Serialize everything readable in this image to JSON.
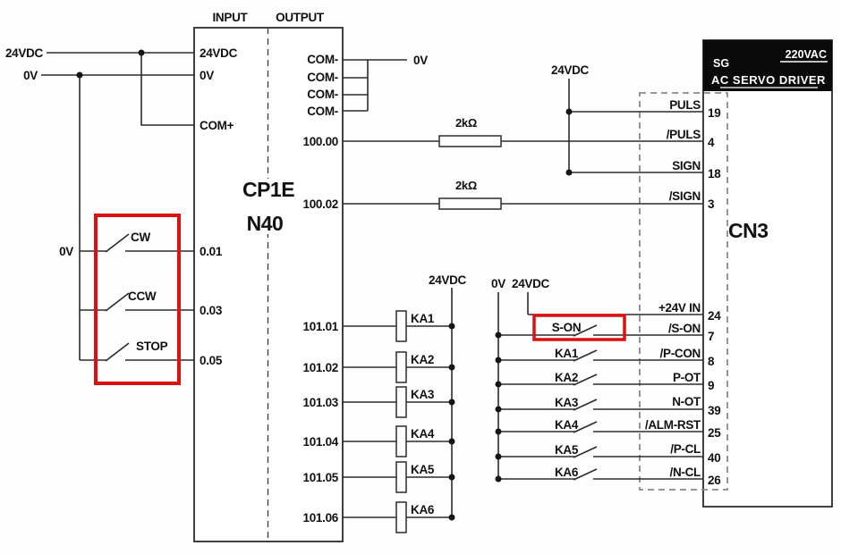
{
  "title": "PLC CP1E-N40 to AC servo driver wiring diagram",
  "colors": {
    "wire": "#2b2b2b",
    "highlight": "#dd0f0f",
    "header_bg": "#0a0a0a",
    "dashed": "#8a8a8a"
  },
  "power_left": {
    "v24": "24VDC",
    "v0": "0V"
  },
  "plc": {
    "input_header": "INPUT",
    "output_header": "OUTPUT",
    "model_line1": "CP1E",
    "model_line2": "N40",
    "in_24vdc": "24VDC",
    "in_0v": "0V",
    "in_com": "COM+",
    "in_001": "0.01",
    "in_003": "0.03",
    "in_005": "0.05",
    "out_com1": "COM-",
    "out_com2": "COM-",
    "out_com3": "COM-",
    "out_com4": "COM-",
    "out_10000": "100.00",
    "out_10002": "100.02",
    "out_10101": "101.01",
    "out_10102": "101.02",
    "out_10103": "101.03",
    "out_10104": "101.04",
    "out_10105": "101.05",
    "out_10106": "101.06"
  },
  "input_switches": {
    "rail_0v": "0V",
    "cw": "CW",
    "ccw": "CCW",
    "stop": "STOP"
  },
  "output_common_0v": "0V",
  "resistors": {
    "r1": "2kΩ",
    "r2": "2kΩ"
  },
  "pulse_24vdc": "24VDC",
  "relay_coils": {
    "bus_24vdc": "24VDC",
    "ka1": "KA1",
    "ka2": "KA2",
    "ka3": "KA3",
    "ka4": "KA4",
    "ka5": "KA5",
    "ka6": "KA6"
  },
  "contact_rails": {
    "v0": "0V",
    "v24": "24VDC"
  },
  "contacts": {
    "s_on": "S-ON",
    "ka1": "KA1",
    "ka2": "KA2",
    "ka3": "KA3",
    "ka4": "KA4",
    "ka5": "KA5",
    "ka6": "KA6"
  },
  "servo": {
    "brand": "SG",
    "voltage": "220VAC",
    "driver_title": "AC SERVO DRIVER",
    "connector": "CN3",
    "pin_puls": {
      "label": "PULS",
      "no": "19"
    },
    "pin_npuls": {
      "label": "/PULS",
      "no": "4"
    },
    "pin_sign": {
      "label": "SIGN",
      "no": "18"
    },
    "pin_nsign": {
      "label": "/SIGN",
      "no": "3"
    },
    "pin_24v": {
      "label": "+24V IN",
      "no": "24"
    },
    "pin_son": {
      "label": "/S-ON",
      "no": "7"
    },
    "pin_pcon": {
      "label": "/P-CON",
      "no": "8"
    },
    "pin_pot": {
      "label": "P-OT",
      "no": "9"
    },
    "pin_not": {
      "label": "N-OT",
      "no": "39"
    },
    "pin_almrst": {
      "label": "/ALM-RST",
      "no": "25"
    },
    "pin_pcl": {
      "label": "/P-CL",
      "no": "40"
    },
    "pin_ncl": {
      "label": "/N-CL",
      "no": "26"
    }
  }
}
